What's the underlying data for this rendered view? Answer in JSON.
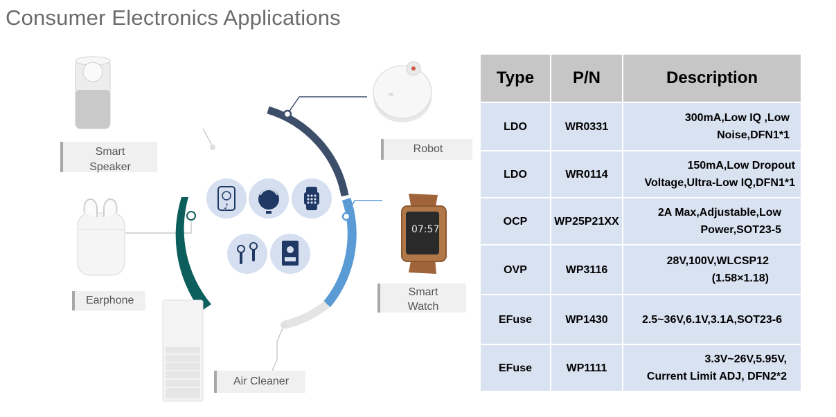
{
  "page": {
    "title": "Consumer Electronics Applications"
  },
  "devices": {
    "smart_speaker": "Smart\nSpeaker",
    "earphone": "Earphone",
    "air_cleaner": "Air Cleaner",
    "robot": "Robot",
    "smart_watch": "Smart\nWatch",
    "watch_time": "07:57"
  },
  "colors": {
    "dark_navy_arc": "#3d4e6b",
    "teal_arc": "#0c5e5c",
    "blue_arc": "#5b9bd5",
    "gray_arc": "#e4e4e4",
    "icon_bubble": "#d6dff0",
    "icon_ink": "#1f3864",
    "table_header": "#c6c6c6",
    "table_row": "#d9e2f1"
  },
  "icons": [
    "smart-plug-icon",
    "robot-vacuum-icon",
    "smartwatch-icon",
    "earbuds-icon",
    "air-purifier-icon"
  ],
  "table": {
    "headers": [
      "Type",
      "P/N",
      "Description"
    ],
    "rows": [
      {
        "type": "LDO",
        "pn": "WR0331",
        "desc_line1": "300mA,Low IQ ,Low",
        "desc_line2": "Noise,DFN1*1"
      },
      {
        "type": "LDO",
        "pn": "WR0114",
        "desc_line1": "150mA,Low Dropout",
        "desc_line2": "Voltage,Ultra-Low IQ,DFN1*1"
      },
      {
        "type": "OCP",
        "pn": "WP25P21XX",
        "desc_line1": "2A Max,Adjustable,Low",
        "desc_line2": "Power,SOT23-5"
      },
      {
        "type": "OVP",
        "pn": "WP3116",
        "desc_line1": "28V,100V,WLCSP12",
        "desc_line2": "(1.58×1.18)"
      },
      {
        "type": "EFuse",
        "pn": "WP1430",
        "desc_line1": "2.5~36V,6.1V,3.1A,SOT23-6",
        "desc_line2": ""
      },
      {
        "type": "EFuse",
        "pn": "WP1111",
        "desc_line1": "3.3V~26V,5.95V,",
        "desc_line2": "Current Limit ADJ, DFN2*2"
      }
    ]
  }
}
